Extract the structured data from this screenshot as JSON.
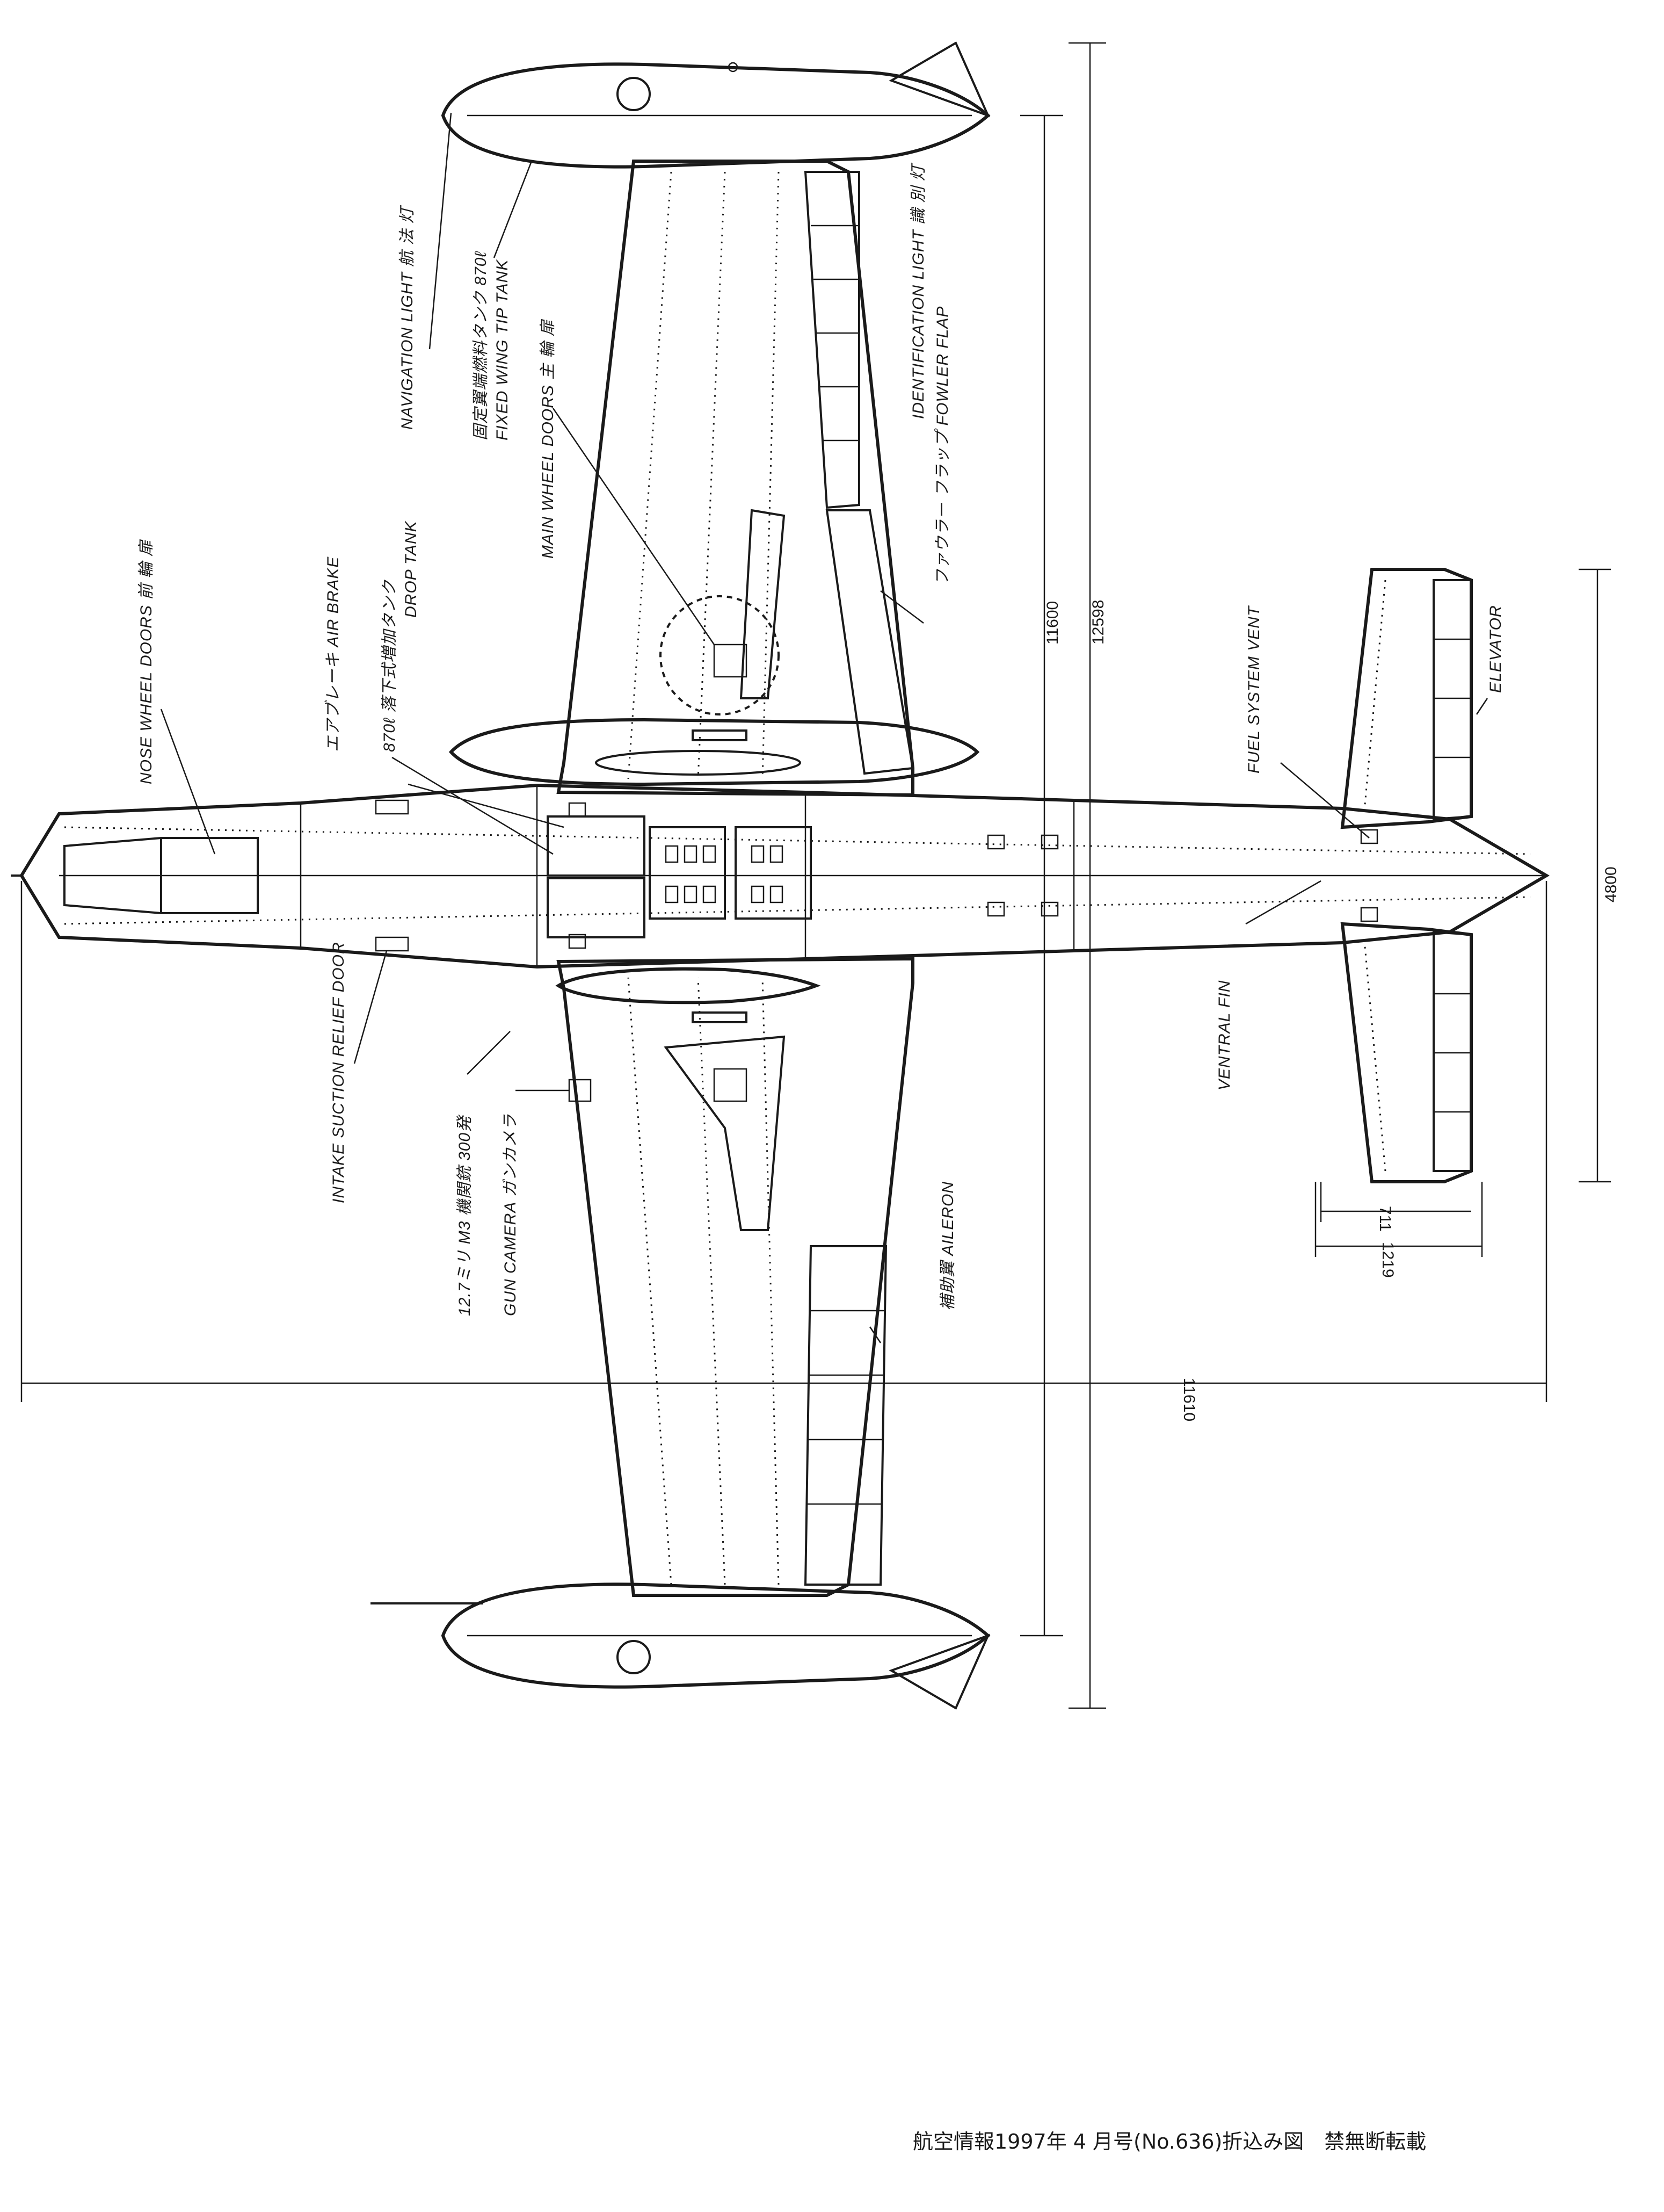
{
  "labels": {
    "navigation_light": "NAVIGATION LIGHT 航 法 灯",
    "wing_tip_tank_jp": "固定翼端燃料タンク 870ℓ",
    "wing_tip_tank": "FIXED WING TIP TANK",
    "main_wheel_doors": "MAIN WHEEL DOORS 主 輪 扉",
    "identification_light": "IDENTIFICATION LIGHT 識 別 灯",
    "fowler_flap": "ファウラー フラップ FOWLER FLAP",
    "nose_wheel_doors": "NOSE WHEEL DOORS 前 輪 扉",
    "air_brake": "エアブレーキ AIR BRAKE",
    "drop_tank_jp": "870ℓ 落下式増加タンク",
    "drop_tank": "DROP TANK",
    "fuel_system_vent": "FUEL SYSTEM VENT",
    "elevator": "ELEVATOR",
    "ventral_fin": "VENTRAL FIN",
    "intake_suction_relief_door": "INTAKE SUCTION RELIEF DOOR",
    "gun": "12.7ミリ M3 機関銃 300発",
    "gun_camera": "GUN CAMERA ガンカメラ",
    "aileron": "補助翼 AILERON"
  },
  "dimensions": {
    "d11600": "11600",
    "d12598": "12598",
    "d4800": "4800",
    "d711": "711",
    "d1219": "1219",
    "d11610": "11610"
  },
  "caption": "航空情報1997年 4 月号(No.636)折込み図　禁無断転載"
}
